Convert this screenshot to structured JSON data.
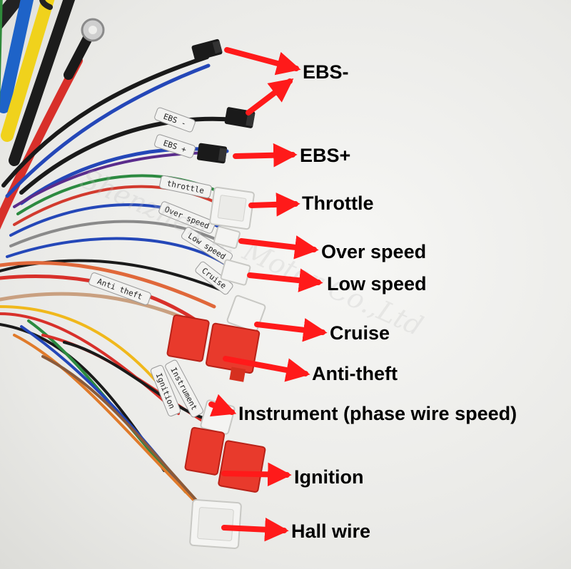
{
  "colors": {
    "label_text": "#000000",
    "arrow": "#ff1a1a",
    "connector_white": "#f4f4f2",
    "connector_black": "#1a1a1a",
    "connector_red": "#e83a2c"
  },
  "labels": {
    "ebs_minus": "EBS-",
    "ebs_plus": "EBS+",
    "throttle": "Throttle",
    "over_speed": "Over speed",
    "low_speed": "Low speed",
    "cruise": "Cruise",
    "anti_theft": "Anti-theft",
    "instrument": "Instrument (phase wire speed)",
    "ignition": "Ignition",
    "hall_wire": "Hall wire"
  },
  "wire_tags": {
    "ebs_minus": "EBS -",
    "ebs_plus": "EBS +",
    "throttle": "throttle",
    "over_speed": "Over speed",
    "low_speed": "Low speed",
    "cruise": "Cruise",
    "anti_theft": "Anti theft",
    "instrument": "Instrument",
    "ignition": "Ignition"
  },
  "watermark": "Shenzhen ... Motor Co.,Ltd"
}
